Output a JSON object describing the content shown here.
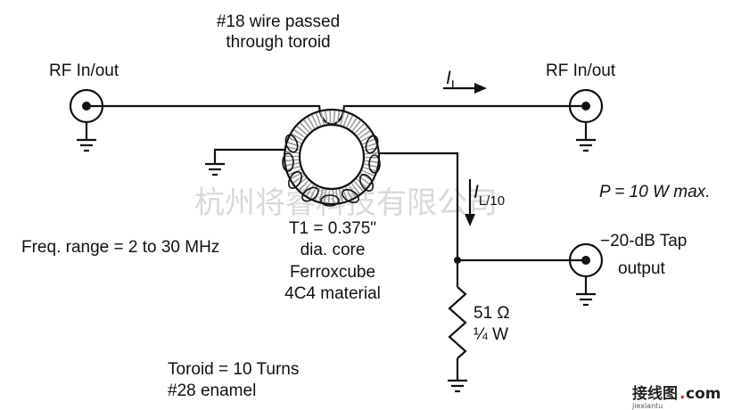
{
  "labels": {
    "wire_line1": "#18 wire passed",
    "wire_line2": "through toroid",
    "rf_left": "RF In/out",
    "rf_right": "RF In/out",
    "il_main": "I",
    "il_main_sub": "L",
    "il_tap": "I",
    "il_tap_sub": "L/10",
    "power": "P = 10 W max.",
    "tap_line1": "−20-dB Tap",
    "tap_line2": "output",
    "freq": "Freq. range = 2 to 30 MHz",
    "core_line1": "T1 = 0.375\"",
    "core_line2": "dia. core",
    "core_line3": "Ferroxcube",
    "core_line4": "4C4 material",
    "res_value": "51 Ω",
    "res_power": "¼ W",
    "toroid_line1": "Toroid = 10 Turns",
    "toroid_line2": "#28 enamel"
  },
  "watermark": {
    "text": "杭州将睿科技有限公司",
    "logo_cn": "接线图",
    "logo_dot": ".",
    "logo_com": "com",
    "logo_sub": "jiexiantu"
  }
}
